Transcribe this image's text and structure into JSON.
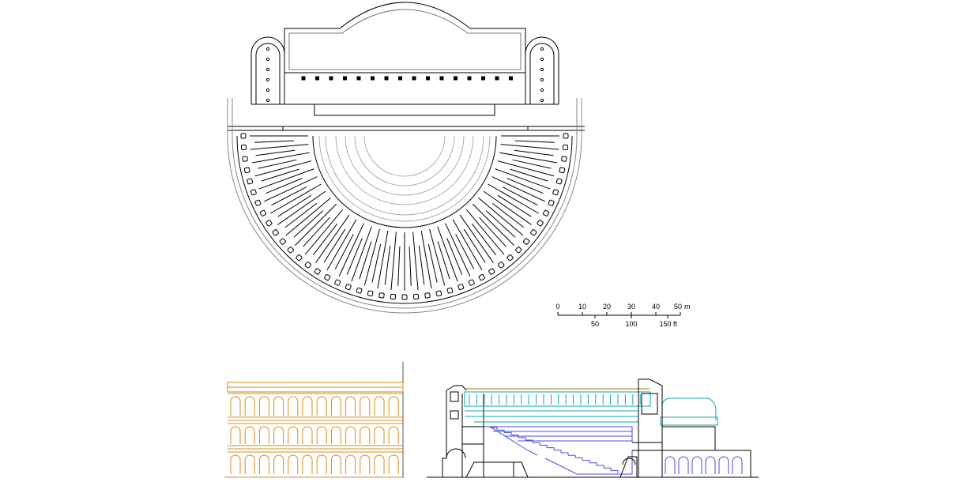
{
  "scale_bar": {
    "meter_ticks": [
      "0",
      "10",
      "20",
      "30",
      "40",
      "50"
    ],
    "meter_unit": "m",
    "foot_ticks": [
      "50",
      "100",
      "150"
    ],
    "foot_unit": "ft"
  },
  "colors": {
    "plan_line": "#000000",
    "plan_grey": "#9a9a9a",
    "elevation": "#d98c1a",
    "section_black": "#000000",
    "section_teal": "#12a6b8",
    "section_blue": "#4a4ee0",
    "section_olive": "#8a7a1a"
  },
  "drawings": [
    "plan",
    "scale-bar",
    "facade-elevation",
    "longitudinal-section"
  ]
}
